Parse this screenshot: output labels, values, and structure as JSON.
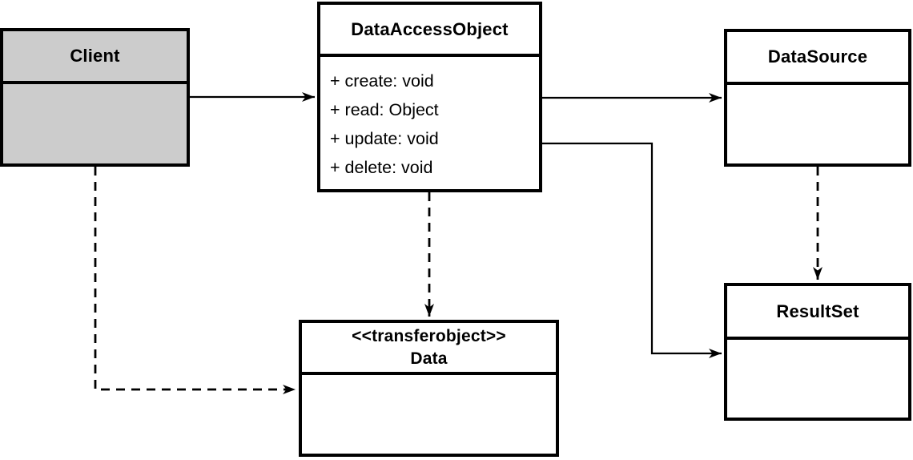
{
  "diagram": {
    "type": "uml-class-diagram",
    "colors": {
      "line": "#000000",
      "client_fill": "#cccccc",
      "box_fill": "#ffffff",
      "background": "#ffffff"
    }
  },
  "nodes": {
    "client": {
      "name": "Client"
    },
    "dao": {
      "name": "DataAccessObject",
      "methods": {
        "0": "+ create: void",
        "1": "+ read: Object",
        "2": "+ update: void",
        "3": "+ delete: void"
      }
    },
    "datasource": {
      "name": "DataSource"
    },
    "resultset": {
      "name": "ResultSet"
    },
    "data": {
      "stereotype": "<<transferobject>>",
      "name": "Data"
    }
  },
  "edges": [
    {
      "from": "Client",
      "to": "DataAccessObject",
      "style": "solid-arrow"
    },
    {
      "from": "DataAccessObject",
      "to": "DataSource",
      "style": "solid-arrow"
    },
    {
      "from": "DataAccessObject",
      "to": "ResultSet",
      "style": "solid-arrow-elbow"
    },
    {
      "from": "DataAccessObject",
      "to": "Data",
      "style": "dashed-arrow"
    },
    {
      "from": "DataSource",
      "to": "ResultSet",
      "style": "dashed-arrow"
    },
    {
      "from": "Client",
      "to": "Data",
      "style": "dashed-arrow-elbow"
    }
  ]
}
